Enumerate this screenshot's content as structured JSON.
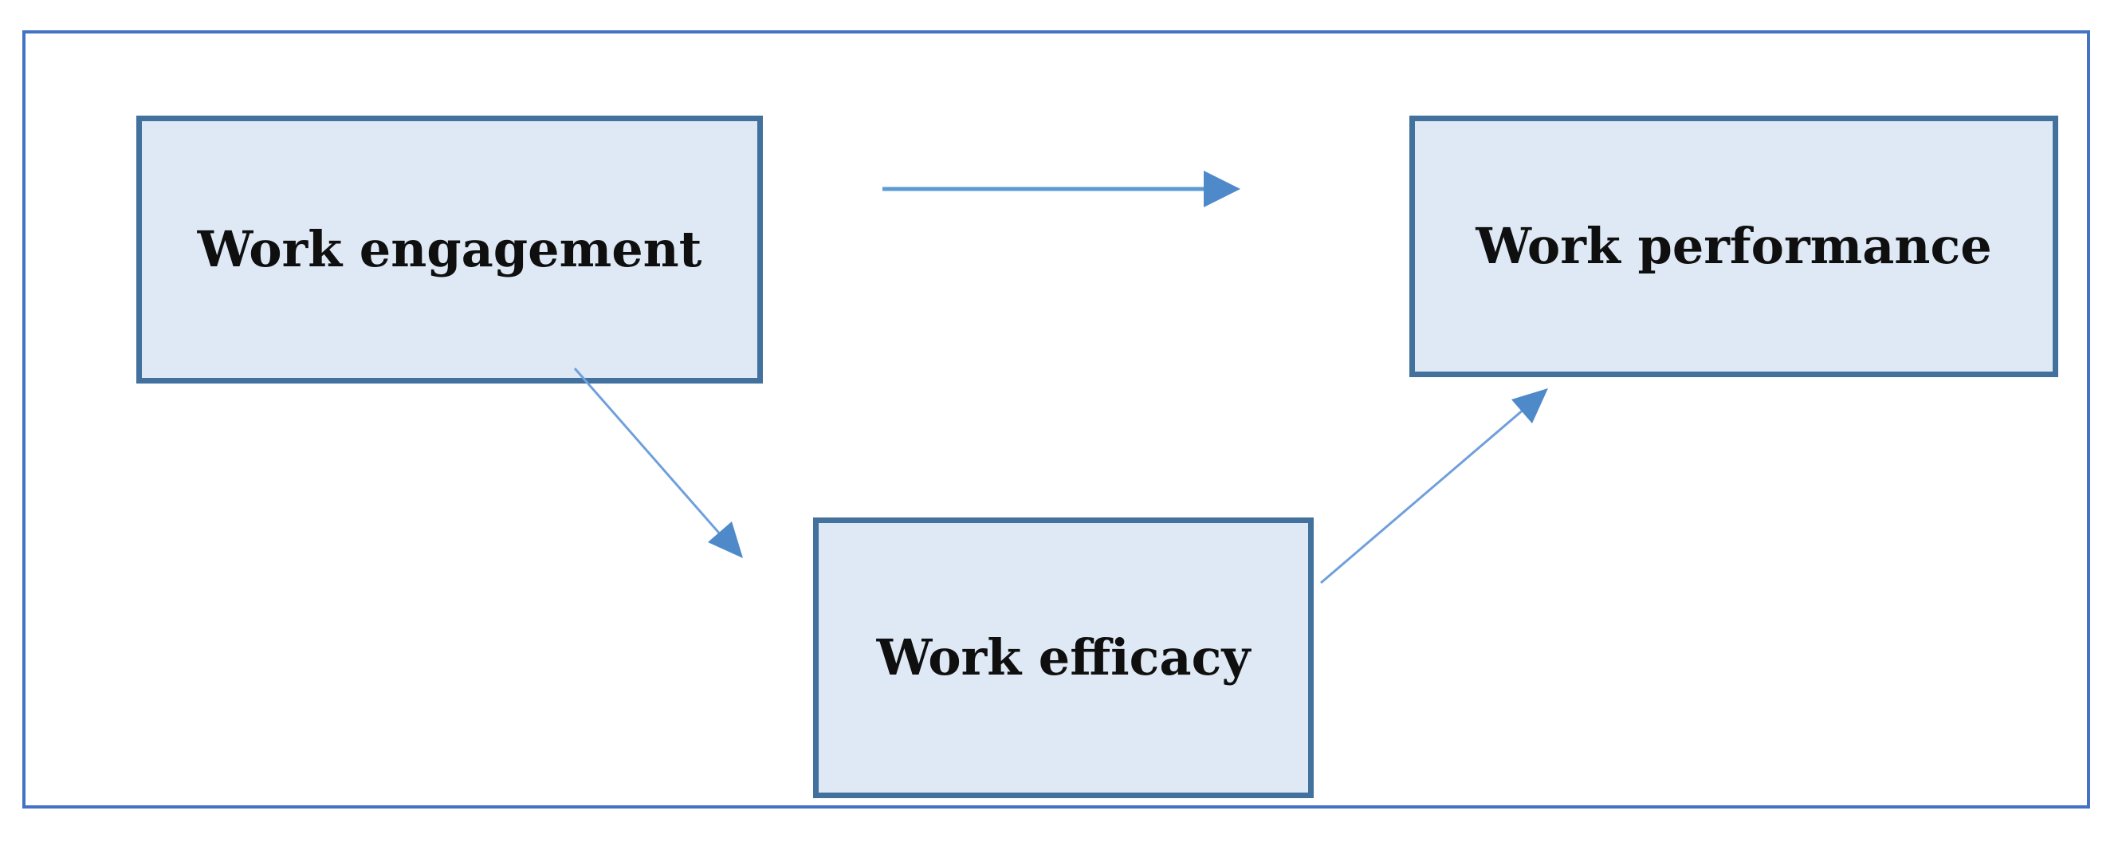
{
  "diagram": {
    "nodes": [
      {
        "id": "work-engagement",
        "label": "Work engagement"
      },
      {
        "id": "work-efficacy",
        "label": "Work efficacy"
      },
      {
        "id": "work-performance",
        "label": "Work performance"
      }
    ],
    "edges": [
      {
        "from": "work-engagement",
        "to": "work-performance",
        "style": "solid-horizontal-arrow"
      },
      {
        "from": "work-engagement",
        "to": "work-efficacy",
        "style": "thin-diagonal-arrow"
      },
      {
        "from": "work-efficacy",
        "to": "work-performance",
        "style": "thin-diagonal-arrow"
      }
    ],
    "colors": {
      "node_fill": "#dee9f5",
      "node_border": "#41719c",
      "frame_border": "#4472c4",
      "arrow_line": "#5b9bd5",
      "diagonal_line": "#6fa0db",
      "arrow_head": "#4e8ac9",
      "text": "#0f0f0f"
    }
  }
}
